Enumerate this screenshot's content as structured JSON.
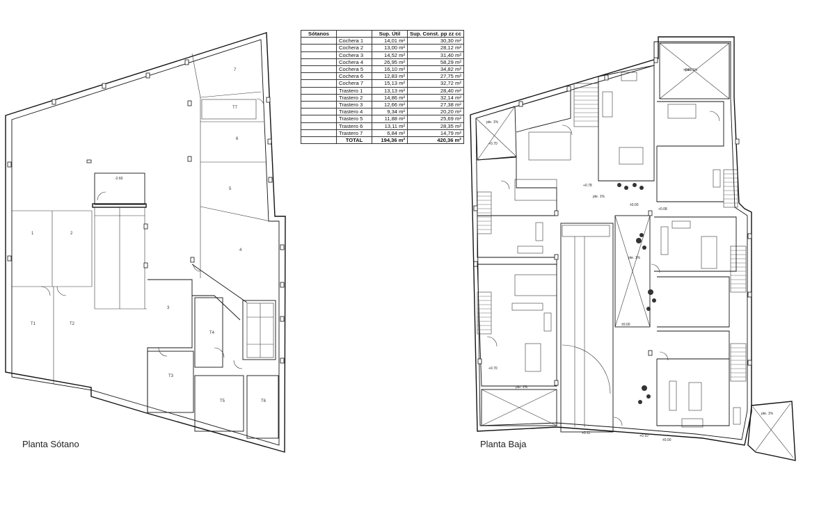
{
  "table": {
    "headers": [
      "Sótanos",
      "",
      "Sup. Útil",
      "Sup. Const. pp zz cc"
    ],
    "rows": [
      {
        "name": "Cochera 1",
        "util": "14,01 m²",
        "const": "30,30 m²"
      },
      {
        "name": "Cochera 2",
        "util": "13,00 m²",
        "const": "28,12 m²"
      },
      {
        "name": "Cochera 3",
        "util": "14,52 m²",
        "const": "31,40 m²"
      },
      {
        "name": "Cochera 4",
        "util": "26,95 m²",
        "const": "58,29 m²"
      },
      {
        "name": "Cochera 5",
        "util": "16,10 m²",
        "const": "34,82 m²"
      },
      {
        "name": "Cochera 6",
        "util": "12,83 m²",
        "const": "27,75 m²"
      },
      {
        "name": "Cochera 7",
        "util": "15,13 m²",
        "const": "32,72 m²"
      },
      {
        "name": "Trastero 1",
        "util": "13,13 m²",
        "const": "28,40 m²"
      },
      {
        "name": "Trastero 2",
        "util": "14,86 m²",
        "const": "32,14 m²"
      },
      {
        "name": "Trastero 3",
        "util": "12,66 m²",
        "const": "27,38 m²"
      },
      {
        "name": "Trastero 4",
        "util": "9,34 m²",
        "const": "20,20 m²"
      },
      {
        "name": "Trastero 5",
        "util": "11,88 m²",
        "const": "25,69 m²"
      },
      {
        "name": "Trastero 6",
        "util": "13,11 m²",
        "const": "28,35 m²"
      },
      {
        "name": "Trastero 7",
        "util": "6,84 m²",
        "const": "14,79 m²"
      }
    ],
    "total": {
      "label": "TOTAL",
      "util": "194,36 m²",
      "const": "420,36 m²"
    }
  },
  "basement": {
    "title": "Planta Sótano",
    "ramp_level": "-2.60",
    "room_labels": {
      "c1": "1",
      "c2": "2",
      "c3": "3",
      "c4": "4",
      "c5": "5",
      "c6": "6",
      "c7": "7",
      "t1": "T1",
      "t2": "T2",
      "t3": "T3",
      "t4": "T4",
      "t5": "T5",
      "t6": "T6",
      "t7": "T7"
    }
  },
  "ground": {
    "title": "Planta Baja",
    "slope_label": "pte. 1%",
    "levels": [
      "+0.70",
      "±0.00",
      "+0.78",
      "+0.08",
      "+0.10",
      "+0.11",
      "+0.70"
    ]
  },
  "colors": {
    "line": "#111111",
    "background": "#ffffff"
  }
}
